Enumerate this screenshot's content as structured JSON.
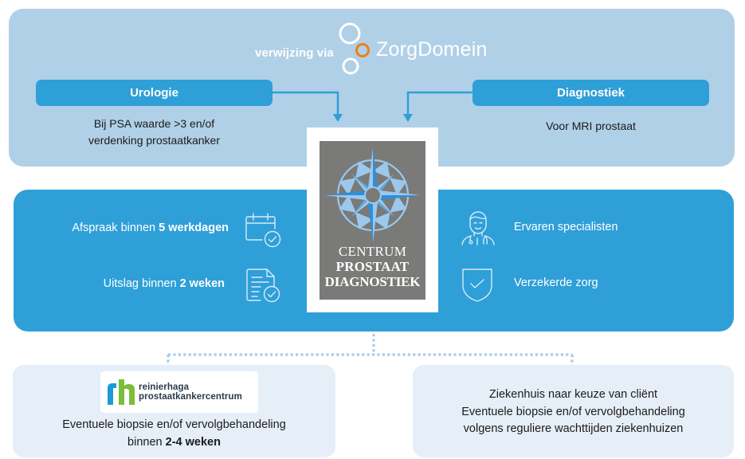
{
  "colors": {
    "top_panel_bg": "#b0d0e7",
    "accent_blue": "#2f9fd8",
    "bottom_box_bg": "#e6eef8",
    "logo_gray": "#7a7a78",
    "zorgdomein_orange": "#f07d1a",
    "rh_blue": "#1e9ad6",
    "rh_green": "#7cbd3a",
    "dotted_line": "#a9cbe6"
  },
  "referral": {
    "via_label": "verwijzing via",
    "brand_name": "ZorgDomein",
    "brand_icon": "zorgdomein-circles-icon",
    "sources": [
      {
        "label": "Urologie",
        "caption_lines": [
          "Bij PSA waarde >3 en/of",
          "verdenking prostaatkanker"
        ]
      },
      {
        "label": "Diagnostiek",
        "caption_lines": [
          "Voor MRI prostaat"
        ]
      }
    ]
  },
  "center_logo": {
    "icon": "compass-rose-icon",
    "line1": "CENTRUM",
    "line2": "PROSTAAT",
    "line3": "DIAGNOSTIEK"
  },
  "features": {
    "left": [
      {
        "prefix": "Afspraak binnen ",
        "bold": "5 werkdagen",
        "icon": "calendar-check-icon"
      },
      {
        "prefix": "Uitslag binnen ",
        "bold": "2 weken",
        "icon": "document-check-icon"
      }
    ],
    "right": [
      {
        "text": "Ervaren specialisten",
        "icon": "doctor-icon"
      },
      {
        "text": "Verzekerde zorg",
        "icon": "shield-check-icon"
      }
    ]
  },
  "outcomes": {
    "reinier": {
      "logo_line1": "reinierhaga",
      "logo_line2": "prostaatkankercentrum",
      "text_line1": "Eventuele biopsie en/of vervolgbehandeling",
      "text_line2_prefix": "binnen ",
      "text_line2_bold": "2-4 weken"
    },
    "ziekenhuis": {
      "lines": [
        "Ziekenhuis naar keuze van cliënt",
        "Eventuele biopsie en/of vervolgbehandeling",
        "volgens reguliere wachttijden ziekenhuizen"
      ]
    }
  }
}
